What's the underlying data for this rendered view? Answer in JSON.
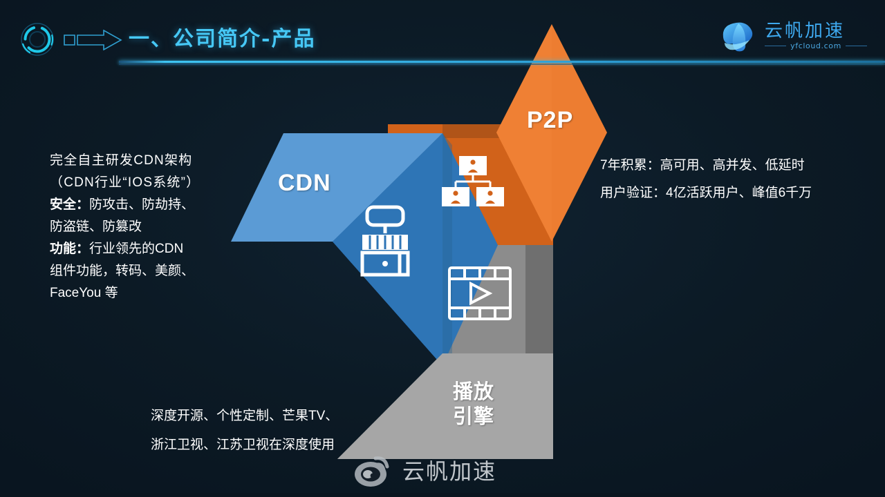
{
  "header": {
    "title": "一、公司简介-产品",
    "ring_icon": "ring-target-icon",
    "arrow_icon": "arrow-right-icon"
  },
  "logo": {
    "name": "云帆加速",
    "domain": "yfcloud.com",
    "mark": "cloud-sail-logo-icon",
    "brand_color": "#3ea9ef"
  },
  "diagram": {
    "shapes": [
      {
        "id": "cdn",
        "label": "CDN",
        "icon": "storefront-icon",
        "top_color": "#5b9bd5",
        "side_color": "#2e75b6"
      },
      {
        "id": "p2p",
        "label": "P2P",
        "icon": "org-chart-icon",
        "top_color": "#ed7d31",
        "side_color": "#c55a11"
      },
      {
        "id": "engine",
        "label": "播放\n引擎",
        "label_line1": "播放",
        "label_line2": "引擎",
        "icon": "film-play-icon",
        "top_color": "#a6a6a6",
        "side_color": "#7f7f7f"
      }
    ]
  },
  "text_left": {
    "line1": "完全自主研发CDN架构",
    "line2": "（CDN行业“IOS系统”）",
    "security_label": "安全：",
    "security_value_a": "防攻击、防劫持、",
    "security_value_b": "防盗链、防篡改",
    "feature_label": "功能：",
    "feature_value_a": "行业领先的CDN",
    "feature_value_b": "组件功能，转码、美颜、",
    "feature_value_c": "FaceYou 等"
  },
  "text_right": {
    "line1": "7年积累：高可用、高并发、低延时",
    "line2": "用户验证：4亿活跃用户、峰值6千万"
  },
  "text_bottom": {
    "line1": "深度开源、个性定制、芒果TV、",
    "line2": "浙江卫视、江苏卫视在深度使用"
  },
  "watermark": {
    "text": "云帆加速",
    "icon": "weibo-icon"
  },
  "colors": {
    "background": "#0c1a24",
    "title": "#46c8f5",
    "rule": "#3fc4f2",
    "cdn_light": "#5b9bd5",
    "cdn_dark": "#2e75b6",
    "p2p_light": "#ed7d31",
    "p2p_dark": "#c55a11",
    "engine_light": "#a6a6a6",
    "engine_dark": "#7f7f7f"
  }
}
